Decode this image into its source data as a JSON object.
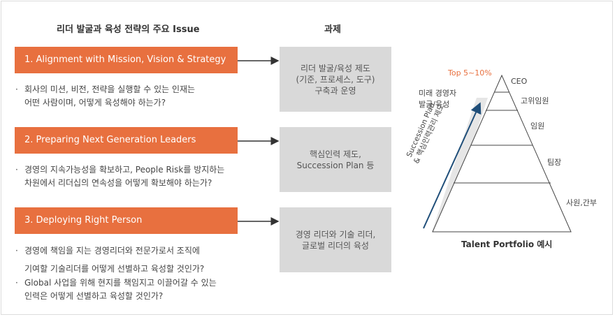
{
  "headings": {
    "issues": "리더 발굴과 육성 전략의 주요 Issue",
    "tasks": "과제"
  },
  "issues": [
    {
      "title": "1. Alignment with Mission, Vision & Strategy",
      "bullets": [
        [
          "회사의 미션, 비전, 전략을 실행할 수 있는 인재는",
          "어떤 사람이며, 어떻게 육성해야 하는가?"
        ]
      ]
    },
    {
      "title": "2. Preparing Next Generation Leaders",
      "bullets": [
        [
          "경영의 지속가능성을 확보하고, People Risk를 방지하는",
          "차원에서 리더십의 연속성을 어떻게 확보해야 하는가?"
        ]
      ]
    },
    {
      "title": "3. Deploying Right Person",
      "bullets": [
        [
          "경영에 책임을 지는 경영리더와 전문가로서 조직에",
          "기여할 기술리더를 어떻게 선별하고 육성할 것인가?"
        ],
        [
          "Global 사업을 위해 현지를 책임지고 이끌어갈 수 있는",
          "인력은 어떻게 선별하고 육성할 것인가?"
        ]
      ]
    }
  ],
  "tasks": [
    "리더 발굴/육성 제도\n(기준, 프로세스, 도구)\n구축과 운영",
    "핵심인력 제도,\nSuccession Plan 등",
    "경영 리더와 기술 리더,\n글로벌 리더의 육성"
  ],
  "pyramid": {
    "top_note": "Top 5~10%",
    "levels": [
      "CEO",
      "고위임원",
      "임원",
      "팀장",
      "사원,간부"
    ],
    "future_label": [
      "미래 경영자",
      "발굴/육성"
    ],
    "arrow_label": [
      "Succession Plan",
      "& 핵심인력관리 제도"
    ],
    "caption": "Talent Portfolio 예시"
  },
  "colors": {
    "accent": "#e8703f",
    "task_bg": "#d9d9d9",
    "arrow_blue": "#1f4e79",
    "top_note": "#e8703f"
  }
}
